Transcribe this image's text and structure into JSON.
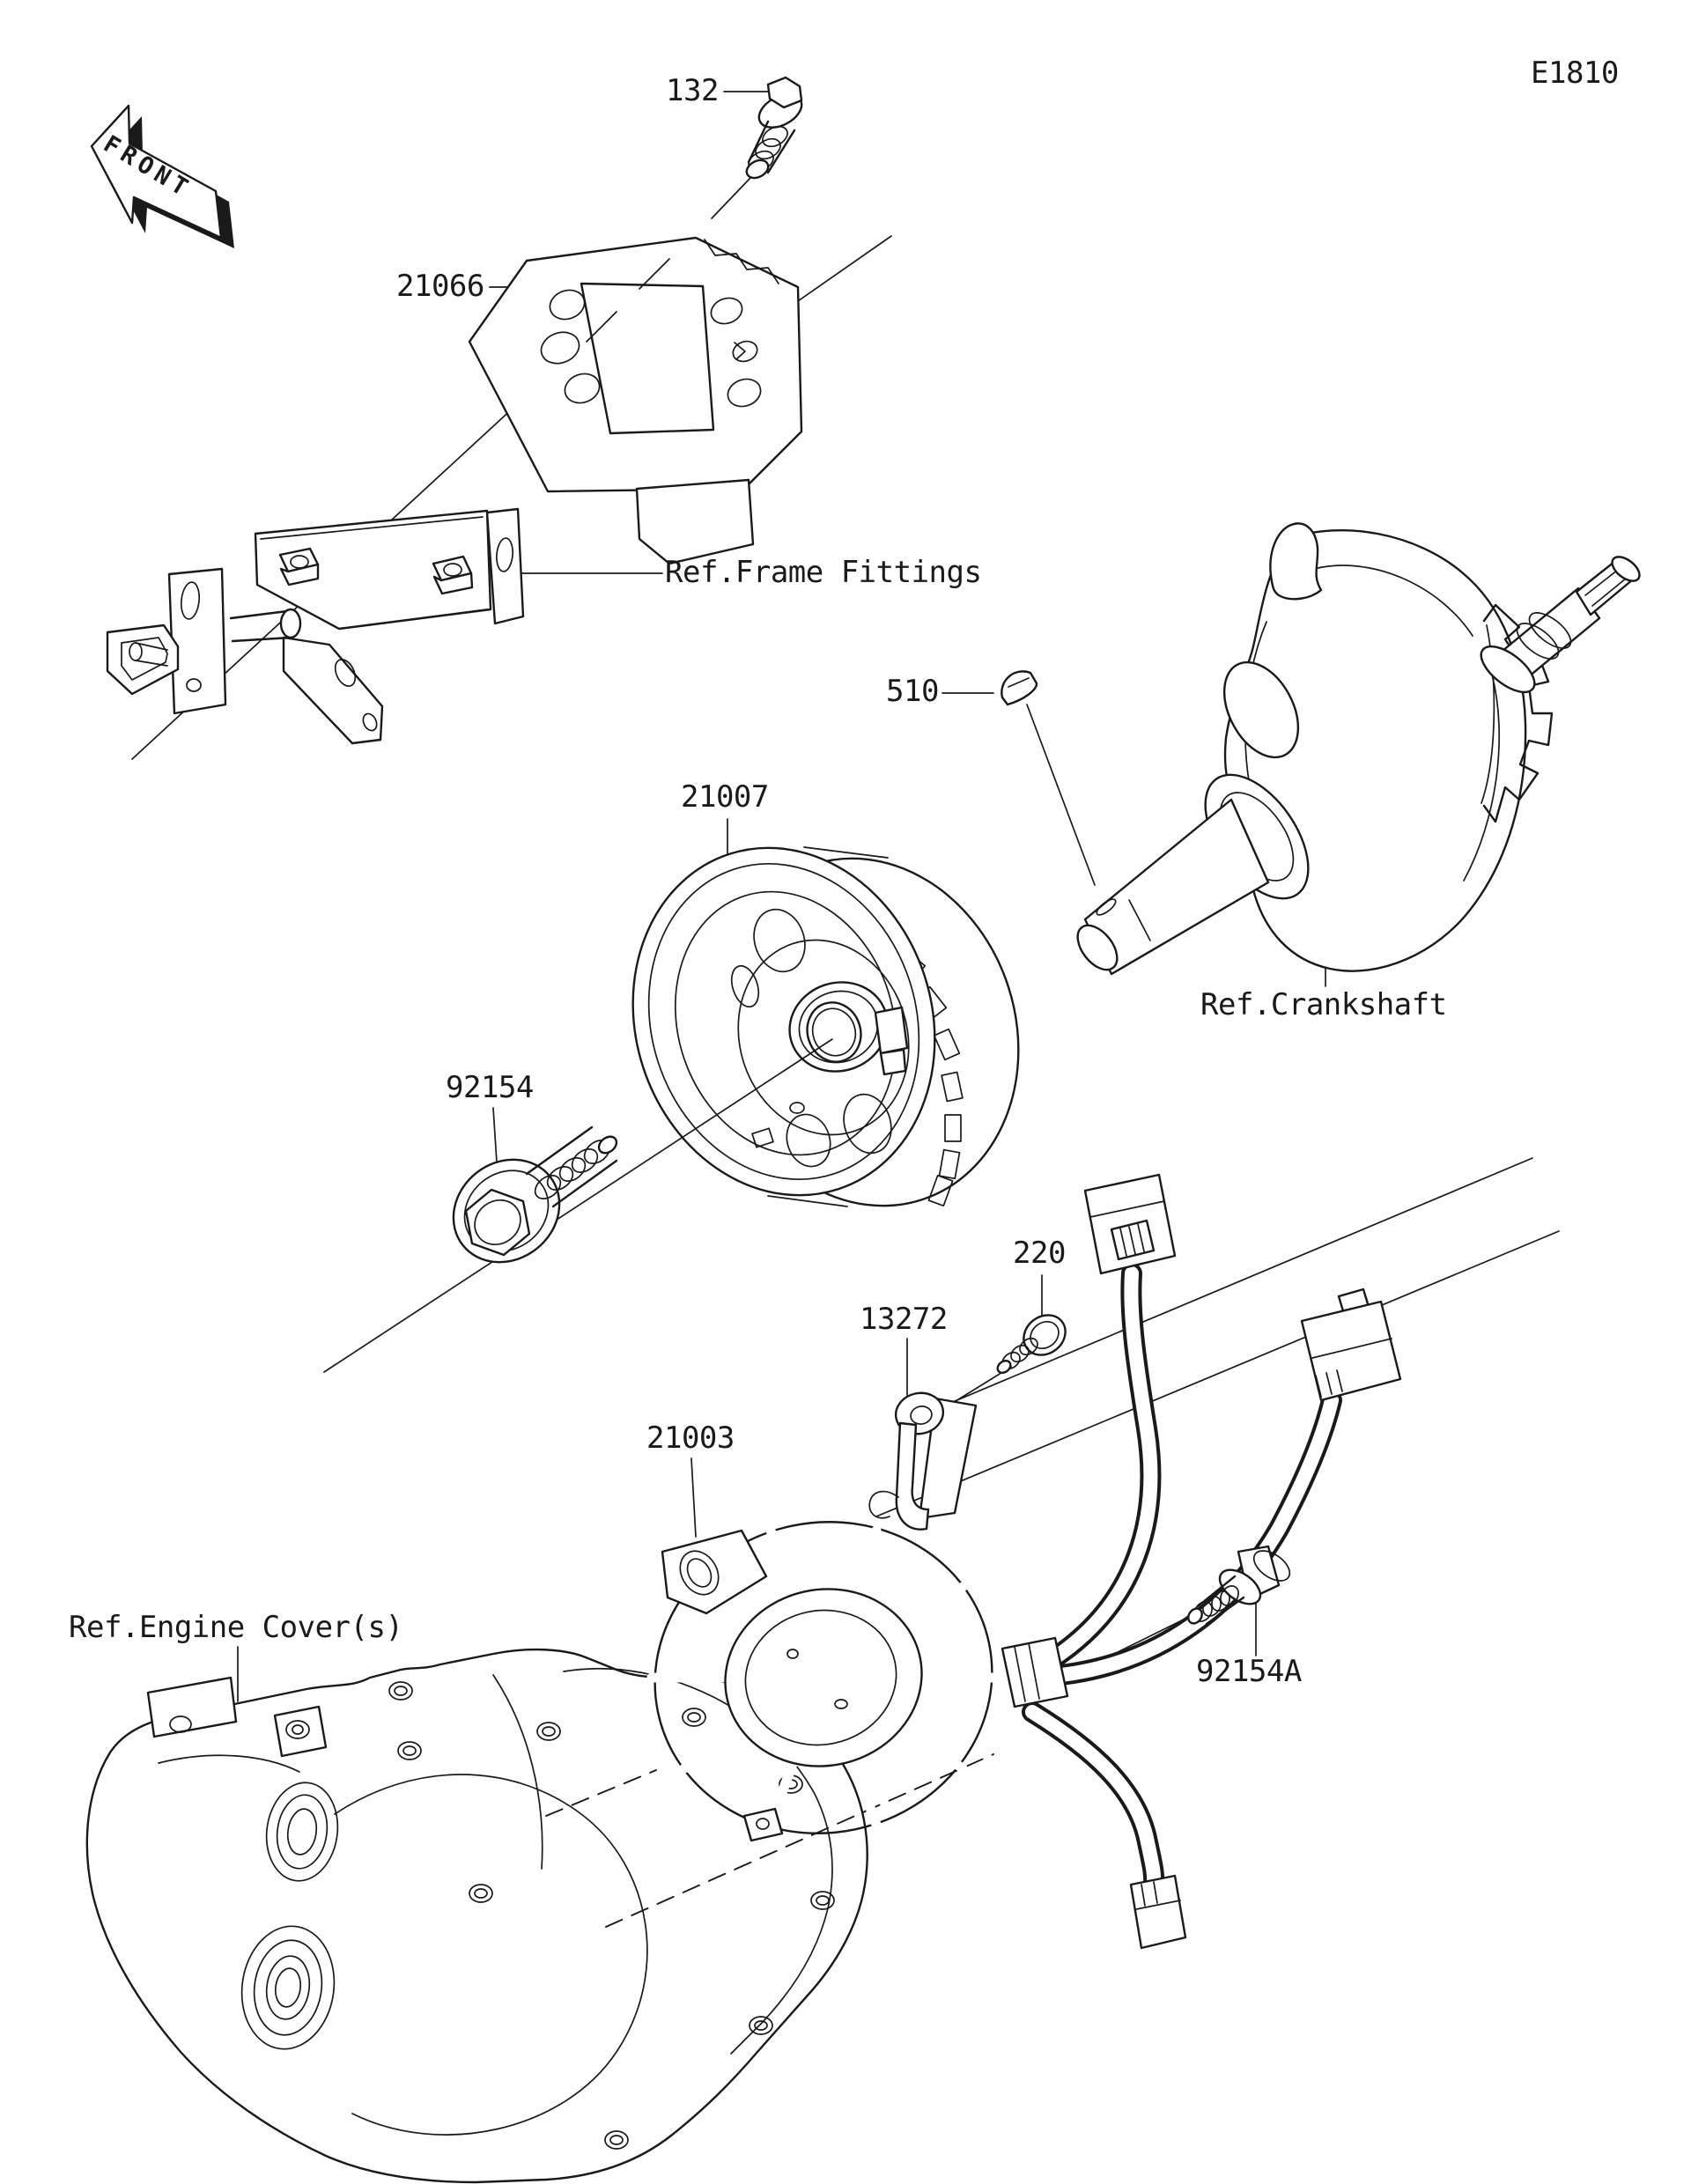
{
  "page": {
    "code": "E1810"
  },
  "front_marker": {
    "label": "FRONT"
  },
  "parts": {
    "p132": "132",
    "p21066": "21066",
    "p510": "510",
    "p21007": "21007",
    "p92154": "92154",
    "p220": "220",
    "p13272": "13272",
    "p21003": "21003",
    "p92154a": "92154A"
  },
  "references": {
    "frame_fittings": "Ref.Frame Fittings",
    "crankshaft": "Ref.Crankshaft",
    "engine_cover": "Ref.Engine Cover(s)"
  },
  "colors": {
    "line": "#1a1a1a",
    "background": "#ffffff"
  }
}
